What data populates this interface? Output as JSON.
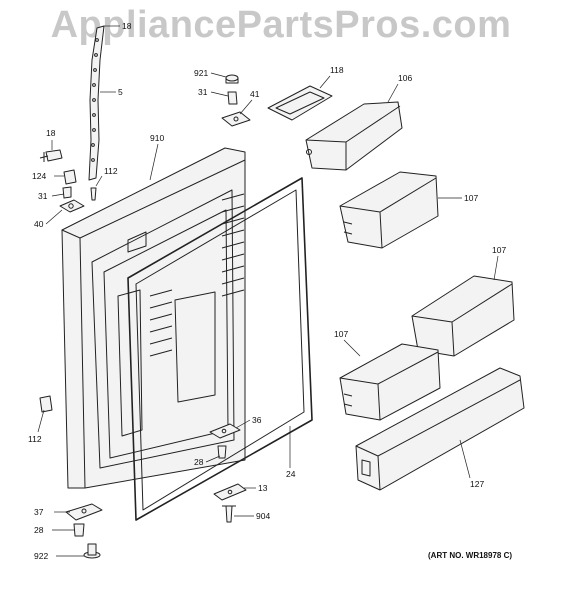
{
  "watermark": "AppliancePartsPros.com",
  "art_number": "(ART NO. WR18978 C)",
  "callouts": [
    {
      "id": "c18a",
      "label": "18"
    },
    {
      "id": "c5",
      "label": "5"
    },
    {
      "id": "c18b",
      "label": "18"
    },
    {
      "id": "c124",
      "label": "124"
    },
    {
      "id": "c31a",
      "label": "31"
    },
    {
      "id": "c40",
      "label": "40"
    },
    {
      "id": "c112a",
      "label": "112"
    },
    {
      "id": "c910",
      "label": "910"
    },
    {
      "id": "c921",
      "label": "921"
    },
    {
      "id": "c31b",
      "label": "31"
    },
    {
      "id": "c41",
      "label": "41"
    },
    {
      "id": "c118",
      "label": "118"
    },
    {
      "id": "c106",
      "label": "106"
    },
    {
      "id": "c107a",
      "label": "107"
    },
    {
      "id": "c107b",
      "label": "107"
    },
    {
      "id": "c107c",
      "label": "107"
    },
    {
      "id": "c112b",
      "label": "112"
    },
    {
      "id": "c36",
      "label": "36"
    },
    {
      "id": "c28a",
      "label": "28"
    },
    {
      "id": "c24",
      "label": "24"
    },
    {
      "id": "c13",
      "label": "13"
    },
    {
      "id": "c904",
      "label": "904"
    },
    {
      "id": "c127",
      "label": "127"
    },
    {
      "id": "c37",
      "label": "37"
    },
    {
      "id": "c28b",
      "label": "28"
    },
    {
      "id": "c922",
      "label": "922"
    }
  ]
}
